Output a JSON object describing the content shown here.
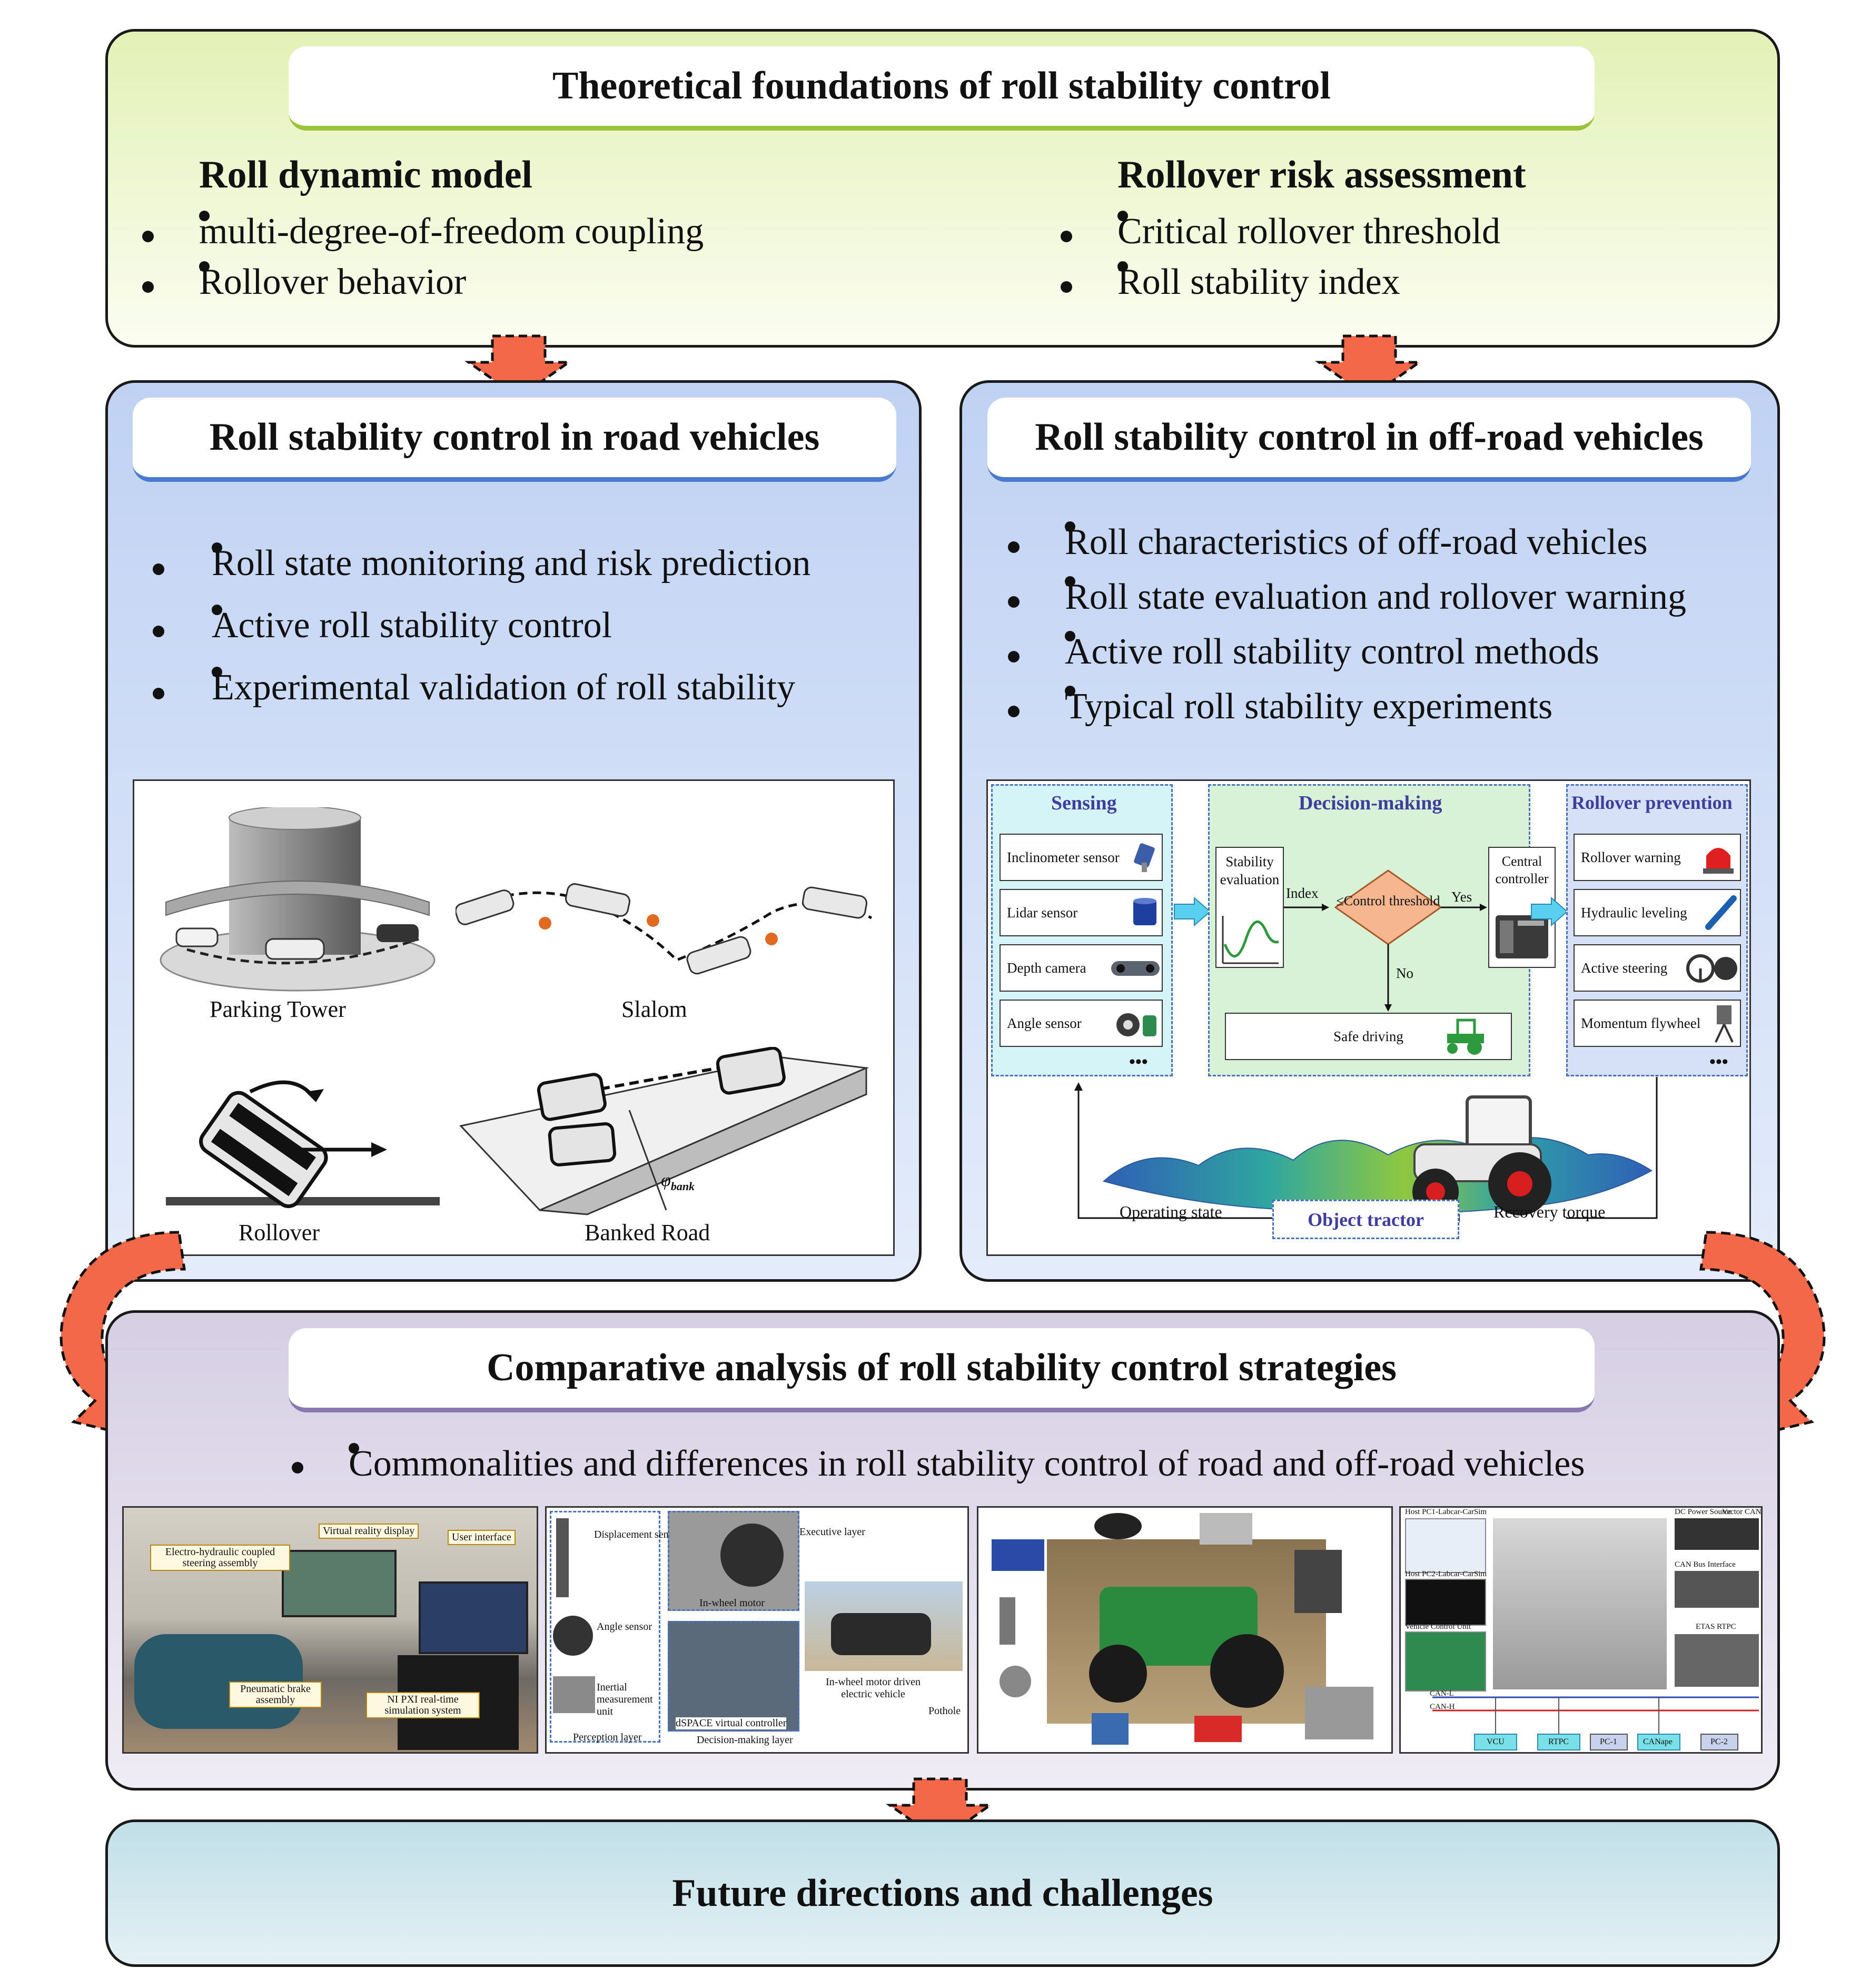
{
  "top": {
    "title": "Theoretical foundations of roll stability control",
    "left_heading": "Roll dynamic model",
    "left_items": [
      "multi-degree-of-freedom coupling",
      "Rollover behavior"
    ],
    "right_heading": "Rollover risk assessment",
    "right_items": [
      "Critical rollover threshold",
      "Roll stability index"
    ]
  },
  "road": {
    "title": "Roll stability control in road vehicles",
    "items": [
      "Roll state monitoring and risk prediction",
      "Active roll stability control",
      "Experimental validation of roll stability"
    ],
    "captions": {
      "parking": "Parking Tower",
      "slalom": "Slalom",
      "rollover": "Rollover",
      "banked": "Banked Road",
      "phi": "φ",
      "phi_sub": "bank"
    }
  },
  "offroad": {
    "title": "Roll stability control in off-road vehicles",
    "items": [
      "Roll characteristics of off-road vehicles",
      "Roll state evaluation and rollover warning",
      "Active roll stability control methods",
      "Typical roll stability experiments"
    ],
    "sensing": {
      "head": "Sensing",
      "items": [
        "Inclinometer sensor",
        "Lidar sensor",
        "Depth camera",
        "Angle sensor"
      ],
      "more": "•••"
    },
    "decision": {
      "head": "Decision-making",
      "stability": "Stability evaluation",
      "index": "Index",
      "diamond": "≤Control threshold",
      "yes": "Yes",
      "no": "No",
      "central": "Central controller",
      "safe": "Safe driving"
    },
    "prevention": {
      "head": "Rollover prevention",
      "items": [
        "Rollover warning",
        "Hydraulic leveling",
        "Active steering",
        "Momentum flywheel"
      ],
      "more": "•••"
    },
    "operating": "Operating state",
    "object": "Object tractor",
    "recovery": "Recovery torque"
  },
  "comparative": {
    "title": "Comparative analysis of roll stability control strategies",
    "item": "Commonalities and differences in roll stability control of road and off-road vehicles",
    "photo1_tags": [
      "Electro-hydraulic coupled steering assembly",
      "Virtual reality display",
      "User interface",
      "Pneumatic brake assembly",
      "NI PXI real-time simulation system"
    ],
    "photo2_tags": [
      "Displacement sensor",
      "Angle sensor",
      "Inertial measurement unit",
      "Perception layer",
      "In-wheel motor",
      "dSPACE virtual controller",
      "Decision-making layer",
      "Executive layer",
      "In-wheel motor driven electric vehicle",
      "Pothole"
    ],
    "photo4_tags": [
      "Host PC1-Labcar-CarSim",
      "Host PC2-Labcar-CarSim",
      "Vehicle Control Unit",
      "DC Power Source",
      "Vector CANape",
      "CAN Bus Interface",
      "ETAS RTPC",
      "CAN-L",
      "CAN-H",
      "VCU",
      "RTPC",
      "PC-1",
      "CANape",
      "PC-2"
    ]
  },
  "future": {
    "title": "Future directions and challenges"
  },
  "colors": {
    "top_panel": "#eef7d0",
    "blue_panel": "#c6d6f4",
    "purple_panel": "#dcd6e8",
    "future_panel": "#c7e3ea",
    "arrow": "#f4684a"
  }
}
